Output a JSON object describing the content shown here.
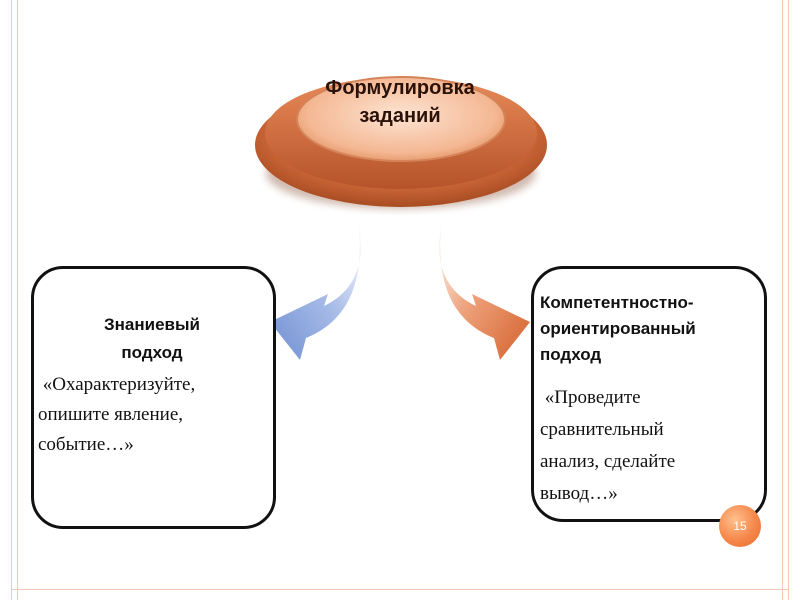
{
  "title": {
    "line1": "Формулировка",
    "line2": "заданий"
  },
  "left_box": {
    "heading_line1": "Знаниевый",
    "heading_line2": "подход",
    "body_line1": " «Охарактеризуйте,",
    "body_line2": "опишите явление,",
    "body_line3": "событие…»"
  },
  "right_box": {
    "heading_line1": "Компетентностно-",
    "heading_line2": "ориентированный",
    "heading_line3": "подход",
    "body_line1": " «Проведите",
    "body_line2": "сравнительный",
    "body_line3": "анализ, сделайте",
    "body_line4": "вывод…»"
  },
  "page_number": "15",
  "colors": {
    "frame": "#f0c8b4",
    "disc": "#d9794a",
    "arrow_left": "#7a9ad6",
    "arrow_right": "#d96a38",
    "badge": "#f5874a"
  },
  "icons": {
    "left_arrow": "curved-arrow-down-left",
    "right_arrow": "curved-arrow-down-right"
  }
}
